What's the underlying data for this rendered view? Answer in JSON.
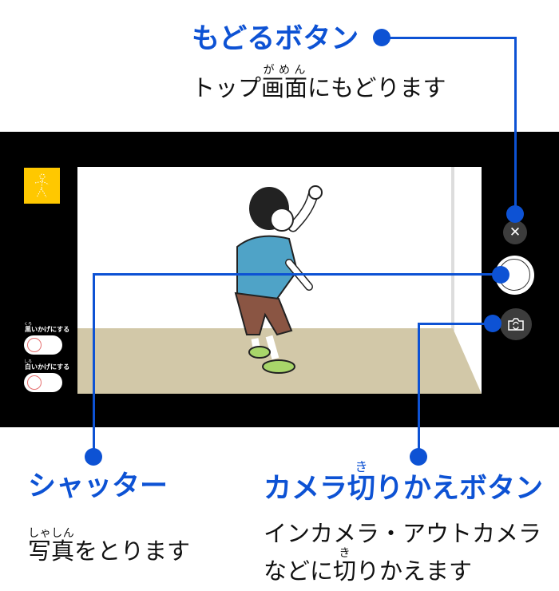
{
  "colors": {
    "accent": "#0d52d4",
    "camera_band": "#000000",
    "mode_icon_bg": "#ffc800",
    "floor": "#d2c8a8"
  },
  "back_annotation": {
    "title": "もどるボタン",
    "desc_pre": "トップ",
    "desc_ruby_base": "画面",
    "desc_ruby": "がめん",
    "desc_post": "にもどります"
  },
  "shutter_annotation": {
    "title": "シャッター",
    "desc_ruby_base": "写真",
    "desc_ruby": "しゃしん",
    "desc_post": "をとります"
  },
  "switch_annotation": {
    "title_pre": "カメラ",
    "title_ruby_base": "切",
    "title_ruby": "き",
    "title_post": "りかえボタン",
    "desc_line1": "インカメラ・アウトカメラ",
    "desc2_pre": "などに",
    "desc2_ruby_base": "切",
    "desc2_ruby": "き",
    "desc2_post": "りかえます"
  },
  "camera_ui": {
    "mode_icon": "walking-person-icon",
    "toggles": [
      {
        "ruby_base": "黒",
        "ruby": "くろ",
        "label_post": "いかげにする",
        "on": false
      },
      {
        "ruby_base": "白",
        "ruby": "しろ",
        "label_post": "いかげにする",
        "on": false
      }
    ],
    "close_icon": "✕",
    "switch_icon": "camera-rotate-icon"
  }
}
